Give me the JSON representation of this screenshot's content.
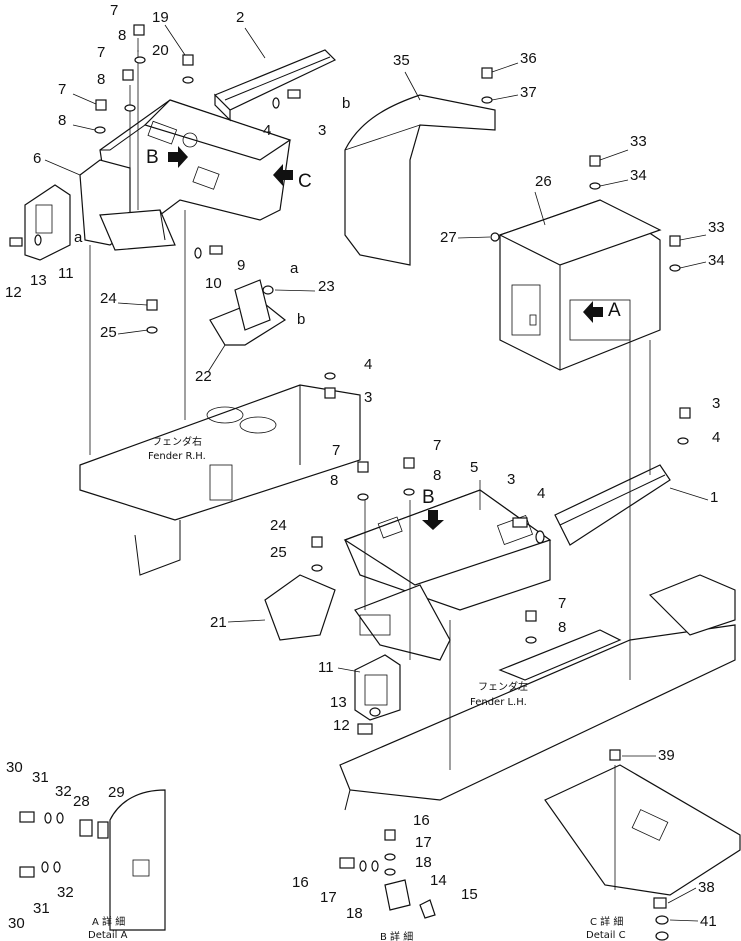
{
  "callouts": [
    "1",
    "2",
    "3",
    "4",
    "5",
    "6",
    "7",
    "8",
    "9",
    "10",
    "11",
    "12",
    "13",
    "14",
    "15",
    "16",
    "17",
    "18",
    "19",
    "20",
    "21",
    "22",
    "23",
    "24",
    "25",
    "26",
    "27",
    "28",
    "29",
    "30",
    "31",
    "32",
    "33",
    "34",
    "35",
    "36",
    "37",
    "38",
    "39",
    "41"
  ],
  "view_letters": {
    "a": "a",
    "b": "b",
    "A": "A",
    "B": "B",
    "C": "C"
  },
  "fender_labels": {
    "rh_jp": "フェンダ右",
    "rh_en": "Fender R.H.",
    "lh_jp": "フェンダ左",
    "lh_en": "Fender L.H."
  },
  "detail_labels": {
    "a_jp": "A 詳 細",
    "a_en": "Detail A",
    "b_jp": "B 詳 細",
    "c_jp": "C 詳 細",
    "c_en": "Detail C"
  }
}
